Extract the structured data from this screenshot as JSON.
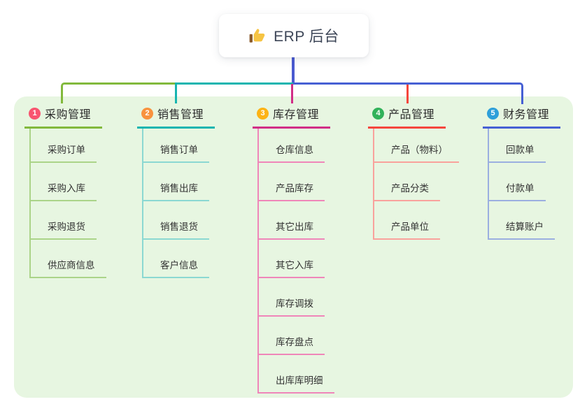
{
  "root": {
    "icon": "thumbs-up-icon",
    "title": "ERP 后台"
  },
  "colors": {
    "canvas_bg": "#ffffff",
    "panel_bg": "#e7f6e1",
    "root_line": "#4a5ad0",
    "root_text": "#3d4657",
    "title_text": "#2b2b2b",
    "child_text": "#333333",
    "thumb_yellow": "#f6c443",
    "thumb_cuff": "#8a5a2b"
  },
  "branches": [
    {
      "number": "1",
      "title": "采购管理",
      "line_color": "#82b93c",
      "child_line_color": "#abd489",
      "badge_color": "#f85570",
      "children": [
        "采购订单",
        "采购入库",
        "采购退货",
        "供应商信息"
      ]
    },
    {
      "number": "2",
      "title": "销售管理",
      "line_color": "#17b5b0",
      "child_line_color": "#8bd8d2",
      "badge_color": "#f8923e",
      "children": [
        "销售订单",
        "销售出库",
        "销售退货",
        "客户信息"
      ]
    },
    {
      "number": "3",
      "title": "库存管理",
      "line_color": "#d12e87",
      "child_line_color": "#ef86b9",
      "badge_color": "#fcb315",
      "children": [
        "仓库信息",
        "产品库存",
        "其它出库",
        "其它入库",
        "库存调拨",
        "库存盘点",
        "出库库明细"
      ]
    },
    {
      "number": "4",
      "title": "产品管理",
      "line_color": "#f5463d",
      "child_line_color": "#f9a29c",
      "badge_color": "#31b25a",
      "children": [
        "产品（物料）",
        "产品分类",
        "产品单位"
      ]
    },
    {
      "number": "5",
      "title": "财务管理",
      "line_color": "#4660d4",
      "child_line_color": "#9bafe0",
      "badge_color": "#2e9fd9",
      "children": [
        "回款单",
        "付款单",
        "结算账户"
      ]
    }
  ]
}
